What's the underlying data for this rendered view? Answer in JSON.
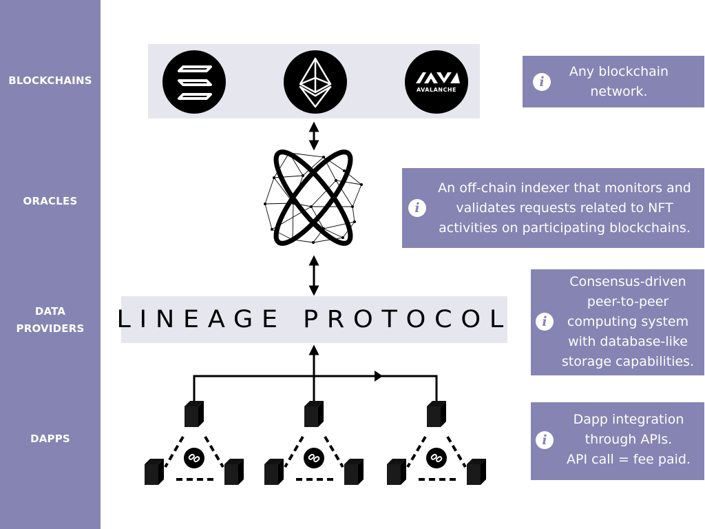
{
  "layers": {
    "blockchains": "BLOCKCHAINS",
    "oracles": "ORACLES",
    "data_providers": "DATA\nPROVIDERS",
    "dapps": "DAPPS"
  },
  "blockchains": {
    "logos": [
      "solana-icon",
      "ethereum-icon",
      "avalanche-icon"
    ],
    "avalanche_wordmark": "AVALANCHE"
  },
  "oracle": {
    "logo": "oracle-network-icon"
  },
  "protocol": {
    "name": "LINEAGE PROTOCOL"
  },
  "info": {
    "blockchains": "Any blockchain\nnetwork.",
    "oracles": "An off-chain indexer that monitors and\nvalidates requests related to NFT\nactivities on participating blockchains.",
    "data_providers": "Consensus-driven\npeer-to-peer\ncomputing system\nwith database-like\nstorage capabilities.",
    "dapps": "Dapp integration\nthrough APIs.\nAPI call = fee paid.",
    "icon_glyph": "i"
  },
  "colors": {
    "sidebar": "#8584b3",
    "info_box": "#8584b3",
    "panel": "#e6e7ee",
    "ink": "#000000"
  }
}
